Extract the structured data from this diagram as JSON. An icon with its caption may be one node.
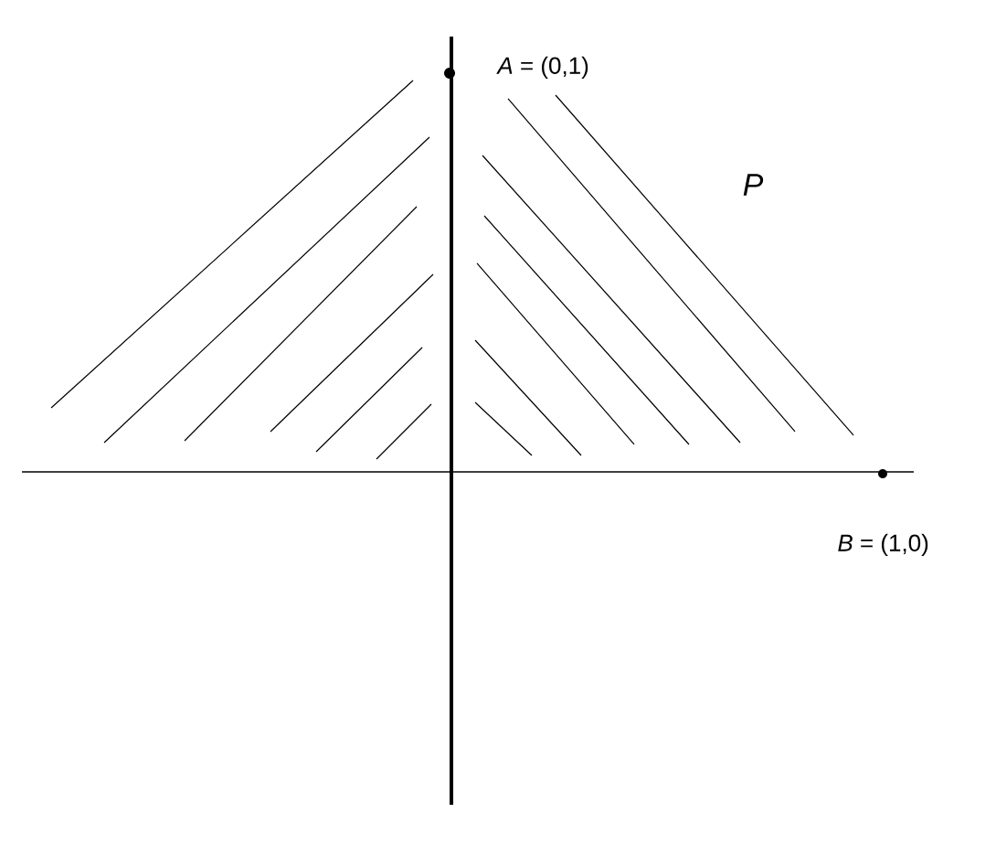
{
  "diagram": {
    "labels": [
      "*A* = (0,1)",
      "*B* = (1,0)",
      "P"
    ]
  }
}
